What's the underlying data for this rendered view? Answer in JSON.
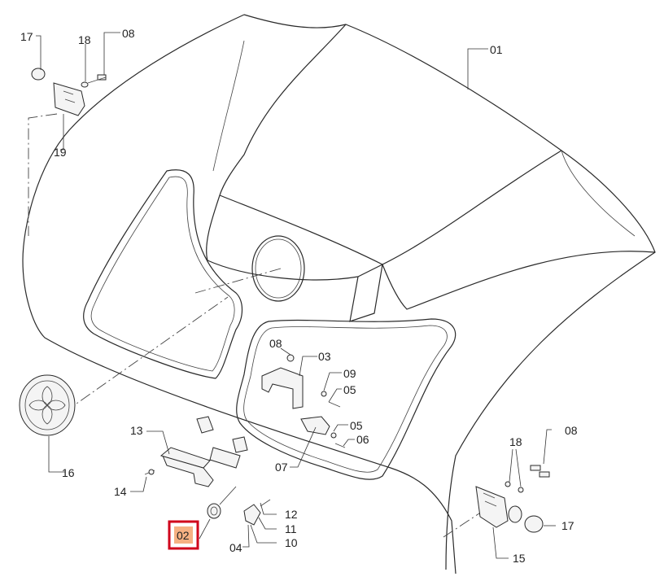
{
  "diagram": {
    "labels": {
      "p01": "01",
      "p02": "02",
      "p03": "03",
      "p04": "04",
      "p05a": "05",
      "p05b": "05",
      "p06": "06",
      "p07": "07",
      "p08a": "08",
      "p08b": "08",
      "p08c": "08",
      "p09": "09",
      "p10": "10",
      "p11": "11",
      "p12": "12",
      "p13": "13",
      "p14": "14",
      "p15": "15",
      "p16": "16",
      "p17a": "17",
      "p17b": "17",
      "p18a": "18",
      "p18b": "18",
      "p19": "19"
    },
    "highlight": {
      "part": "02",
      "fill_color": "#f6b183",
      "border_color": "#d0021b"
    }
  }
}
